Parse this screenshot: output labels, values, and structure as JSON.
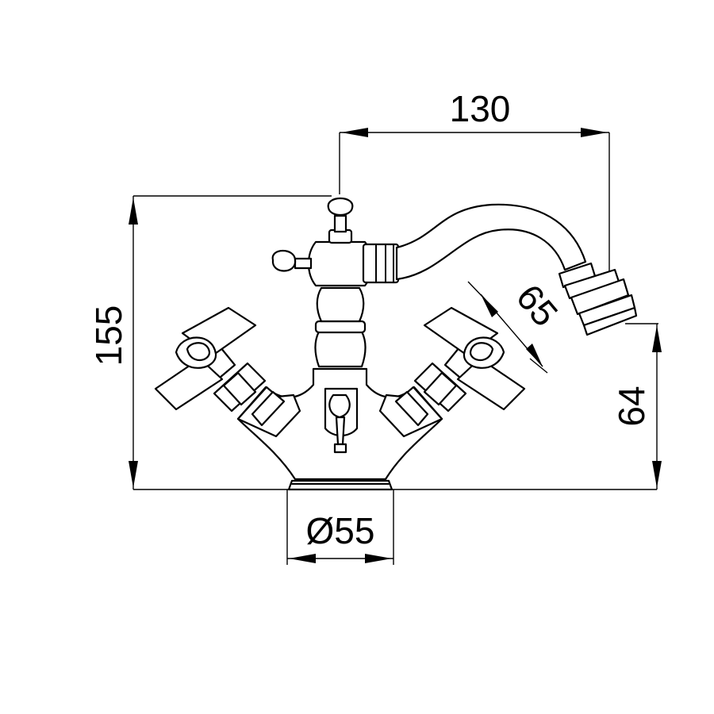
{
  "dimensions": {
    "spout_reach": "130",
    "total_height": "155",
    "spout_outlet": "65",
    "outlet_height": "64",
    "base_diameter": "Ø55"
  },
  "colors": {
    "line": "#000000",
    "background": "#ffffff"
  }
}
